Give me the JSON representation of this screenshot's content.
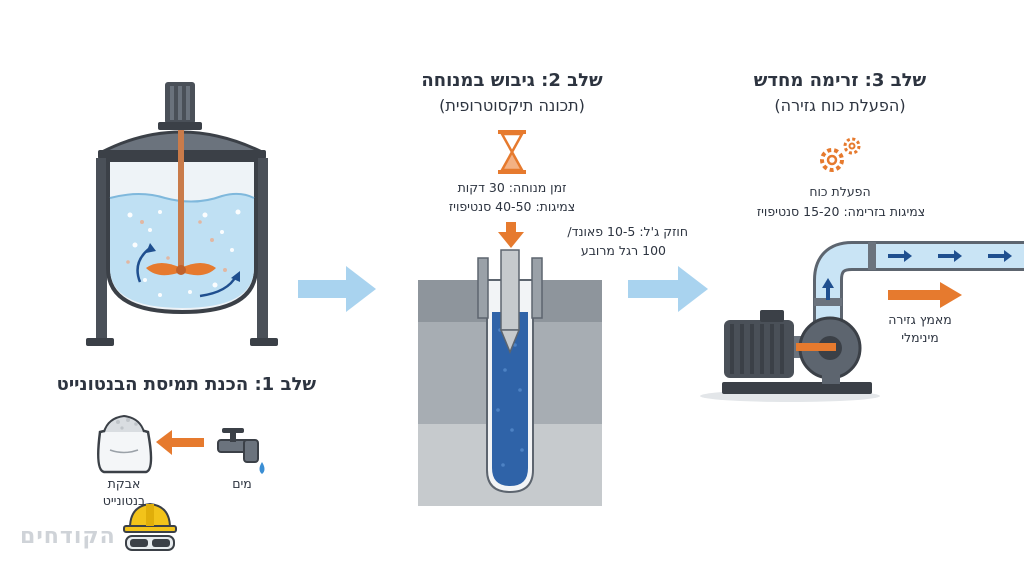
{
  "stage1": {
    "title": "שלב 1: הכנת תמיסת הבנטונייט",
    "water_label": "מים",
    "powder_label_line1": "אבקת",
    "powder_label_line2": "בנטונייט"
  },
  "stage2": {
    "title": "שלב 2: גיבוש במנוחה",
    "subtitle": "(תכונה תיקסוטרופית)",
    "rest_time": "זמן מנוחה: 30 דקות",
    "viscosity": "צמיגות: 40-50 סנטיפויז",
    "gel_strength_line1": "חוזק ג'ל: 10-5 פאונד/",
    "gel_strength_line2": "100 רגל מרובע"
  },
  "stage3": {
    "title": "שלב 3: זרימה מחדש",
    "subtitle": "(הפעלת כוח גזירה)",
    "force_label": "הפעלת כוח",
    "flow_viscosity": "צמיגות בזרימה: 15-20 סנטיפויז",
    "shear_line1": "מאמץ גזירה",
    "shear_line2": "מינימלי"
  },
  "watermark": "הקודחים",
  "colors": {
    "liquid": "#bfe0f3",
    "gel": "#2f63a8",
    "accent_orange": "#e67a2e",
    "flow_arrow": "#a9d3ef",
    "steel": "#5d656f",
    "dark": "#3b4047"
  },
  "icons": [
    "mixing-tank-icon",
    "hourglass-icon",
    "gears-icon",
    "pump-icon",
    "faucet-icon",
    "powder-bag-icon",
    "hardhat-goggles-icon"
  ]
}
